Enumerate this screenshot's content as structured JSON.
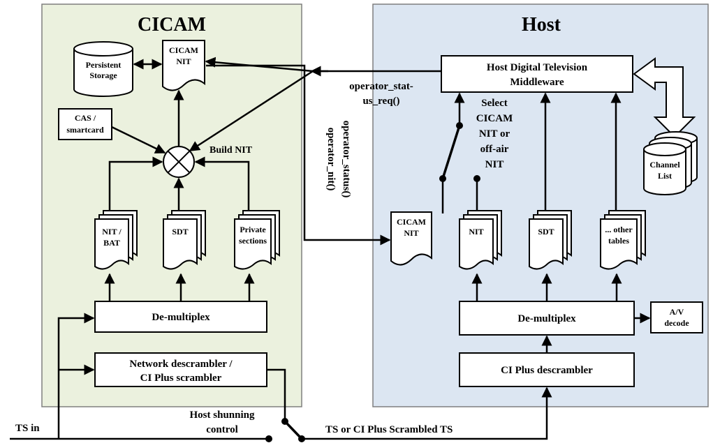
{
  "cicam": {
    "title": "CICAM",
    "persistent_storage": [
      "Persistent",
      "Storage"
    ],
    "cicam_nit_doc": [
      "CICAM",
      "NIT"
    ],
    "cas_box": [
      "CAS /",
      "smartcard"
    ],
    "build_nit_label": "Build NIT",
    "tables": {
      "nit_bat": [
        "NIT /",
        "BAT"
      ],
      "sdt": "SDT",
      "private": [
        "Private",
        "sections"
      ]
    },
    "demux_label": "De-multiplex",
    "descrambler_label": [
      "Network descrambler /",
      "CI Plus scrambler"
    ]
  },
  "host": {
    "title": "Host",
    "middleware_label": [
      "Host Digital Television",
      "Middleware"
    ],
    "channel_list": [
      "Channel",
      "List"
    ],
    "select_label": [
      "Select",
      "CICAM",
      "NIT or",
      "off-air",
      "NIT"
    ],
    "tables": {
      "cicam_nit": [
        "CICAM",
        "NIT"
      ],
      "nit": "NIT",
      "sdt": "SDT",
      "other": [
        "... other",
        "tables"
      ]
    },
    "demux_label": "De-multiplex",
    "av_decode": [
      "A/V",
      "decode"
    ],
    "descrambler_label": "CI Plus descrambler"
  },
  "interface": {
    "operator_status_req": [
      "operator_stat-",
      "us_req()"
    ],
    "operator_status_nit": [
      "operator_status()",
      "operator_nit()"
    ]
  },
  "bottom": {
    "ts_in": "TS in",
    "shunning_label": [
      "Host shunning",
      "control"
    ],
    "ts_out": "TS or CI Plus Scrambled TS"
  },
  "colors": {
    "cicam_bg": "#ebf1de",
    "host_bg": "#dce6f2",
    "panel_border": "#7f7f7f"
  }
}
